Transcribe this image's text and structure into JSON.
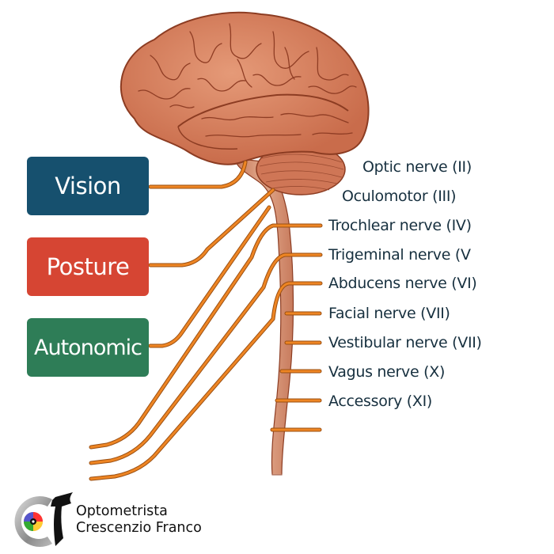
{
  "categories": [
    {
      "id": "vision",
      "label": "Vision",
      "color": "#16506e"
    },
    {
      "id": "posture",
      "label": "Posture",
      "color": "#d64533"
    },
    {
      "id": "autonomic",
      "label": "Autonomic",
      "color": "#2e7d57"
    }
  ],
  "nerves": [
    {
      "label": "Optic nerve (II)"
    },
    {
      "label": "Oculomotor (III)"
    },
    {
      "label": "Trochlear nerve (IV)"
    },
    {
      "label": "Trigeminal nerve (V"
    },
    {
      "label": "Abducens nerve (VI)"
    },
    {
      "label": "Facial nerve (VII)"
    },
    {
      "label": "Vestibular nerve (VII)"
    },
    {
      "label": "Vagus nerve (X)"
    },
    {
      "label": "Accessory (XI)"
    }
  ],
  "colors": {
    "nerve_line": "#ee8523",
    "nerve_outline": "#9a4f12",
    "brain": "#d8805e",
    "brain_dark": "#9e4a30",
    "cord": "#d99a7c",
    "text": "#17303f"
  },
  "brand": {
    "line1": "Optometrista",
    "line2": "Crescenzio Franco"
  }
}
